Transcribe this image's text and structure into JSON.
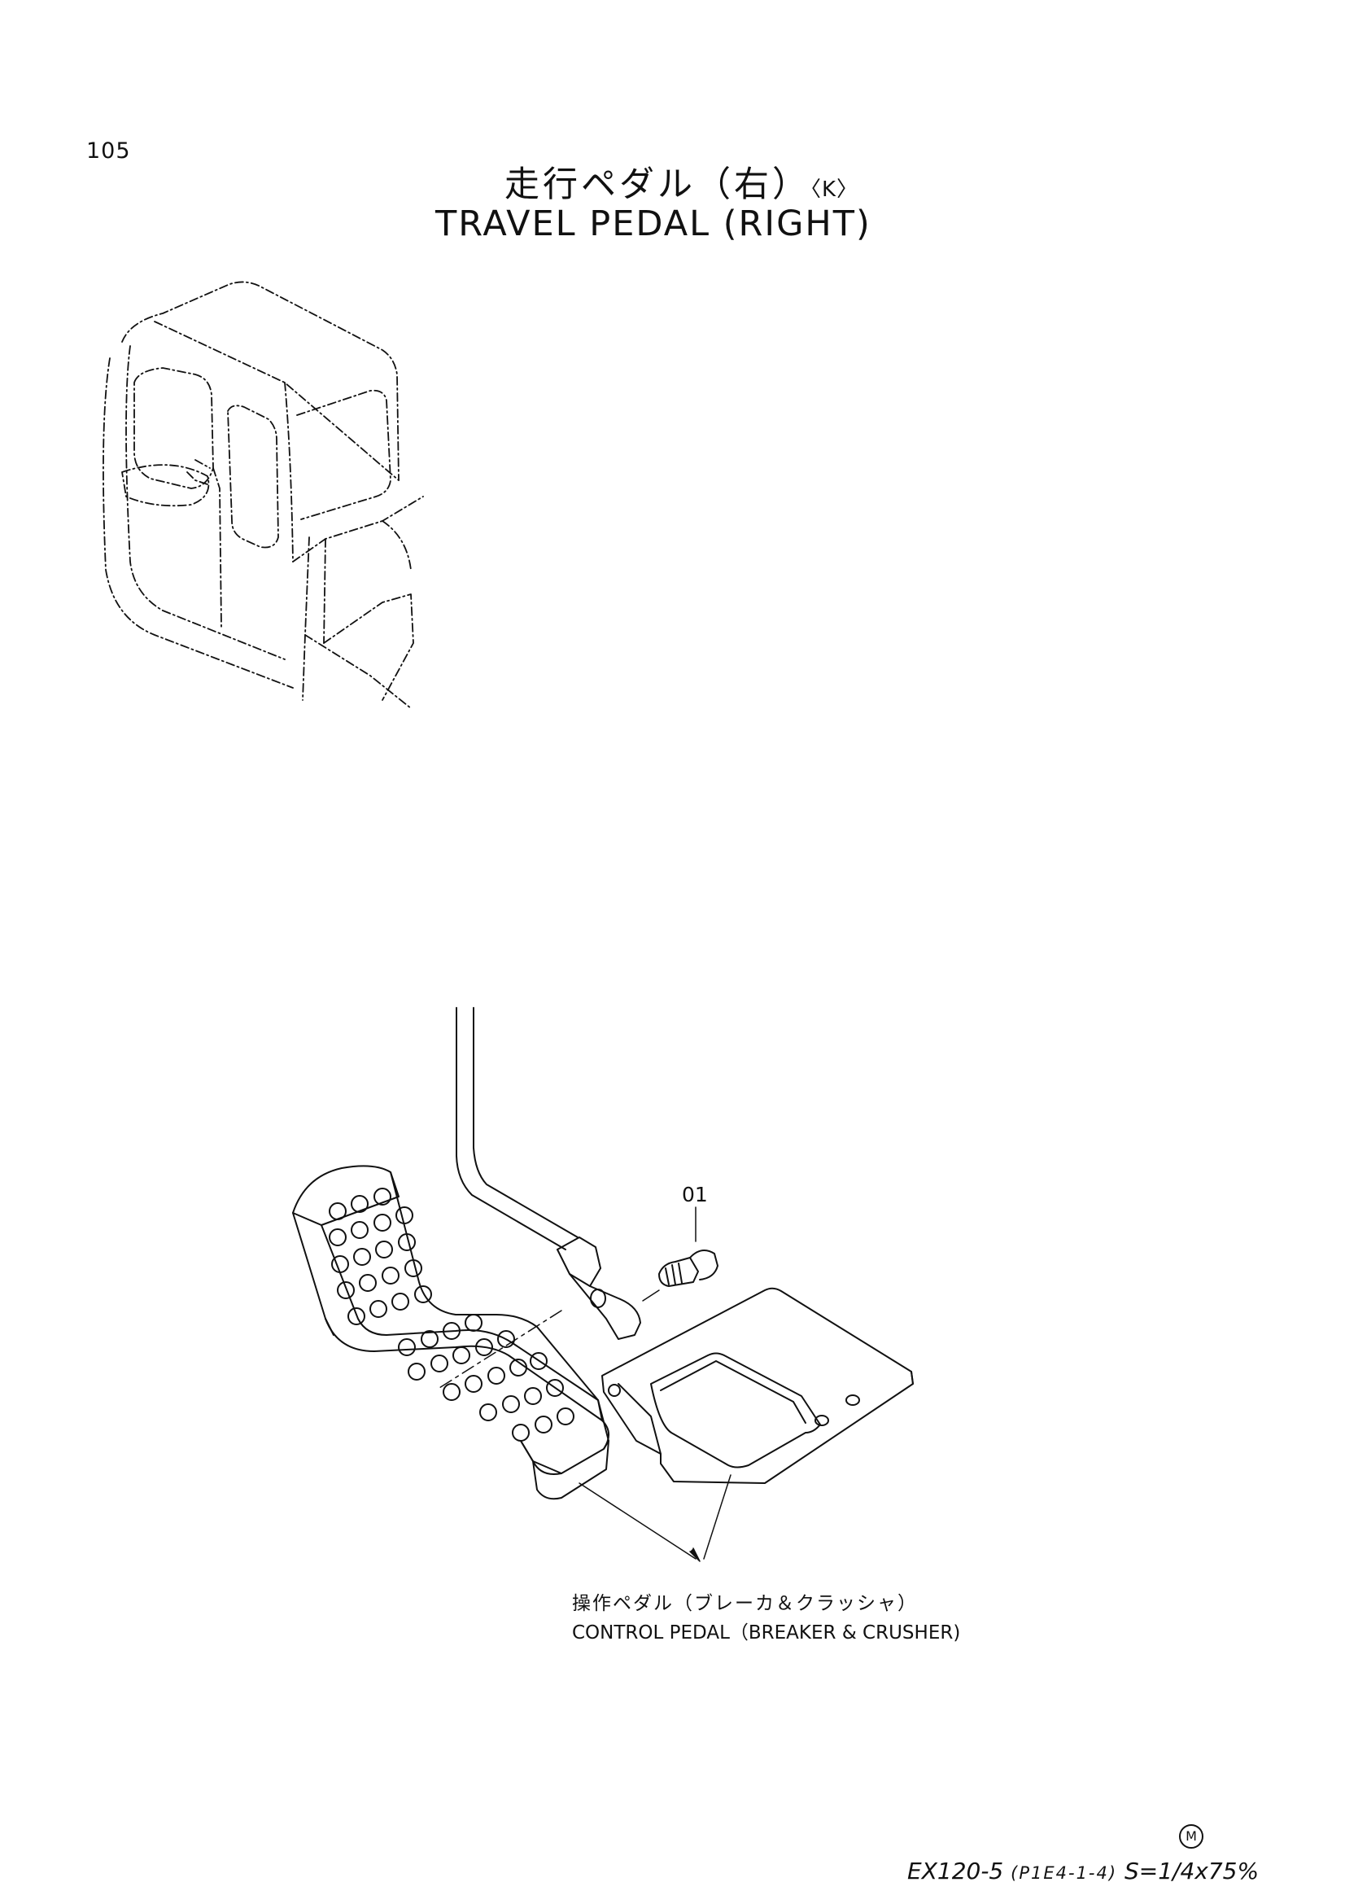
{
  "page_number": "105",
  "title": {
    "jp": "走行ペダル（右）",
    "jp_suffix": "〈K〉",
    "en": "TRAVEL  PEDAL  (RIGHT)"
  },
  "callouts": {
    "part_number": "01",
    "label_jp": "操作ペダル（ブレーカ＆クラッシャ）",
    "label_en": "CONTROL  PEDAL（BREAKER & CRUSHER)"
  },
  "footer": {
    "model": "EX120-5",
    "code": "(P1E4-1-4)",
    "scale": "S=1/4x75%",
    "symbol": "M"
  }
}
